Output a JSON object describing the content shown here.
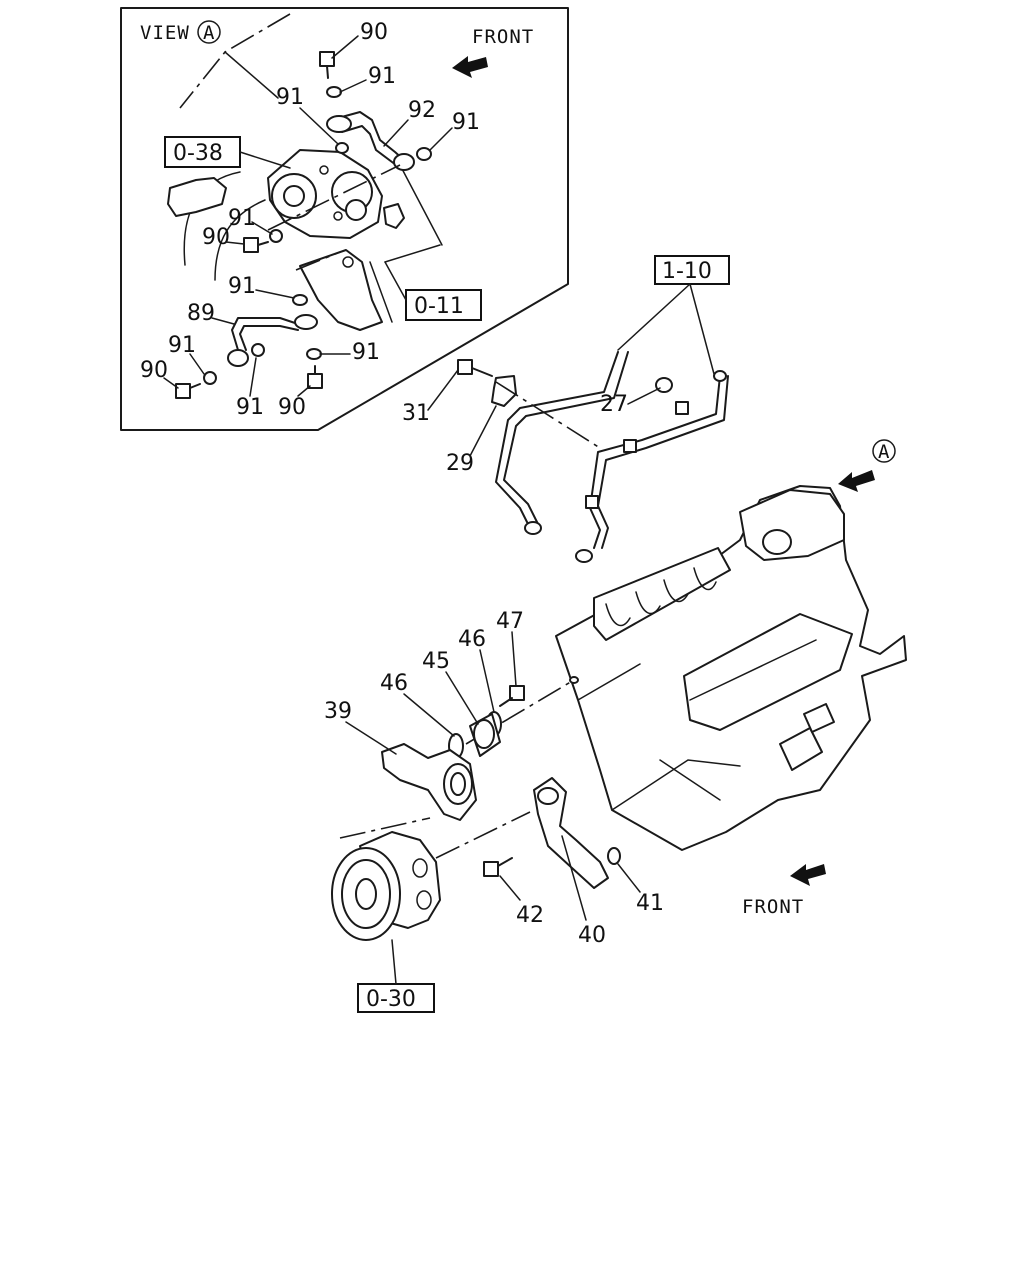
{
  "inset": {
    "view_label": "VIEW",
    "view_marker": "A",
    "front_label": "FRONT"
  },
  "main": {
    "front_label": "FRONT",
    "view_marker": "A"
  },
  "ref_boxes": {
    "r038": "0-38",
    "r011": "0-11",
    "r110": "1-10",
    "r030": "0-30"
  },
  "callouts": {
    "c90_top": "90",
    "c91_a": "91",
    "c91_b": "91",
    "c92": "92",
    "c91_c": "91",
    "c91_d": "91",
    "c90_mid": "90",
    "c91_e": "91",
    "c89": "89",
    "c91_f": "91",
    "c90_low": "90",
    "c91_g": "91",
    "c91_h": "91",
    "c90_bot": "90",
    "c31": "31",
    "c27": "27",
    "c29": "29",
    "c47": "47",
    "c46_a": "46",
    "c45": "45",
    "c46_b": "46",
    "c39": "39",
    "c42": "42",
    "c41": "41",
    "c40": "40"
  }
}
